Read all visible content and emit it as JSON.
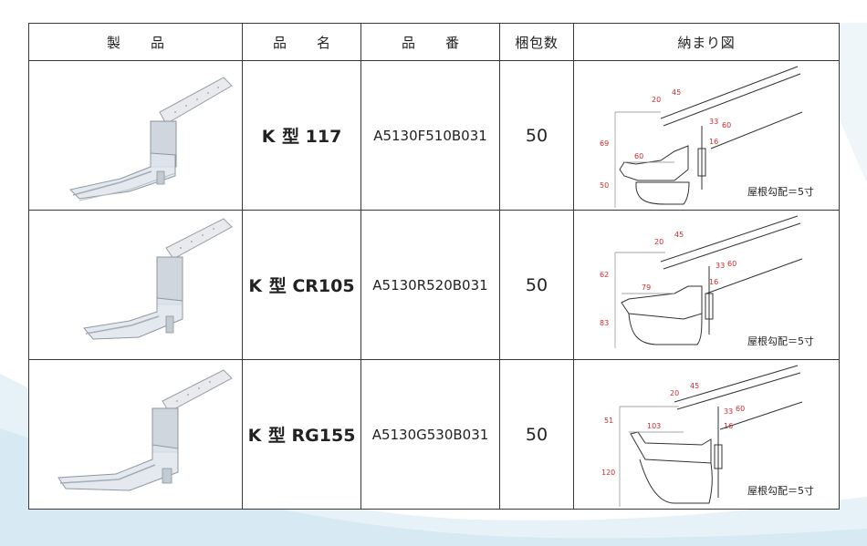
{
  "headers": {
    "product": "製　品",
    "name": "品　名",
    "number": "品　番",
    "pack": "梱包数",
    "diagram": "納まり図"
  },
  "rows": [
    {
      "type_prefix": "K",
      "type_kanji": "型",
      "model": "117",
      "code": "A5130F510B031",
      "qty": "50",
      "dims": {
        "a": "20",
        "b": "45",
        "c": "33",
        "d": "60",
        "e": "16",
        "f": "69",
        "g": "60",
        "h": "50"
      },
      "pitch": "屋根勾配＝5寸"
    },
    {
      "type_prefix": "K",
      "type_kanji": "型",
      "model": "CR105",
      "code": "A5130R520B031",
      "qty": "50",
      "dims": {
        "a": "20",
        "b": "45",
        "c": "33",
        "d": "60",
        "e": "16",
        "f": "62",
        "g": "79",
        "h": "83"
      },
      "pitch": "屋根勾配＝5寸"
    },
    {
      "type_prefix": "K",
      "type_kanji": "型",
      "model": "RG155",
      "code": "A5130G530B031",
      "qty": "50",
      "dims": {
        "a": "20",
        "b": "45",
        "c": "33",
        "d": "60",
        "e": "16",
        "f": "51",
        "g": "103",
        "h": "120"
      },
      "pitch": "屋根勾配＝5寸"
    }
  ],
  "colors": {
    "dimension": "#d22b2b",
    "border": "#3a3a3a",
    "wave": "#e6f2f8"
  }
}
